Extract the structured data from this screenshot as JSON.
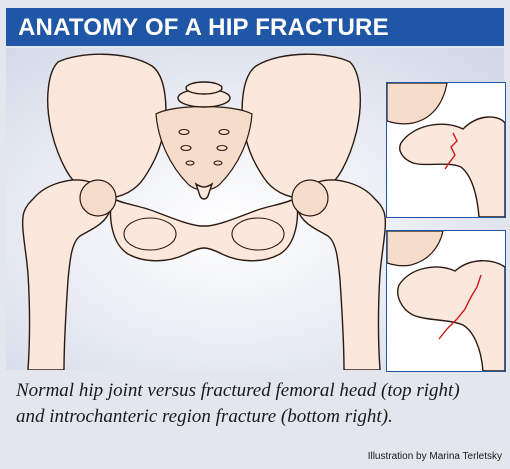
{
  "title": "ANATOMY OF A HIP FRACTURE",
  "caption": {
    "line1": "Normal hip joint versus fractured femoral head (top right)",
    "line2": "and introchanteric region fracture (bottom right)."
  },
  "credit": "Illustration by Marina Terletsky",
  "colors": {
    "title_bar": "#1f56a5",
    "bone_fill": "#fbe8dc",
    "outline": "#2b1a12",
    "fracture_line": "#d0181e",
    "background": "#e3e6ed"
  }
}
